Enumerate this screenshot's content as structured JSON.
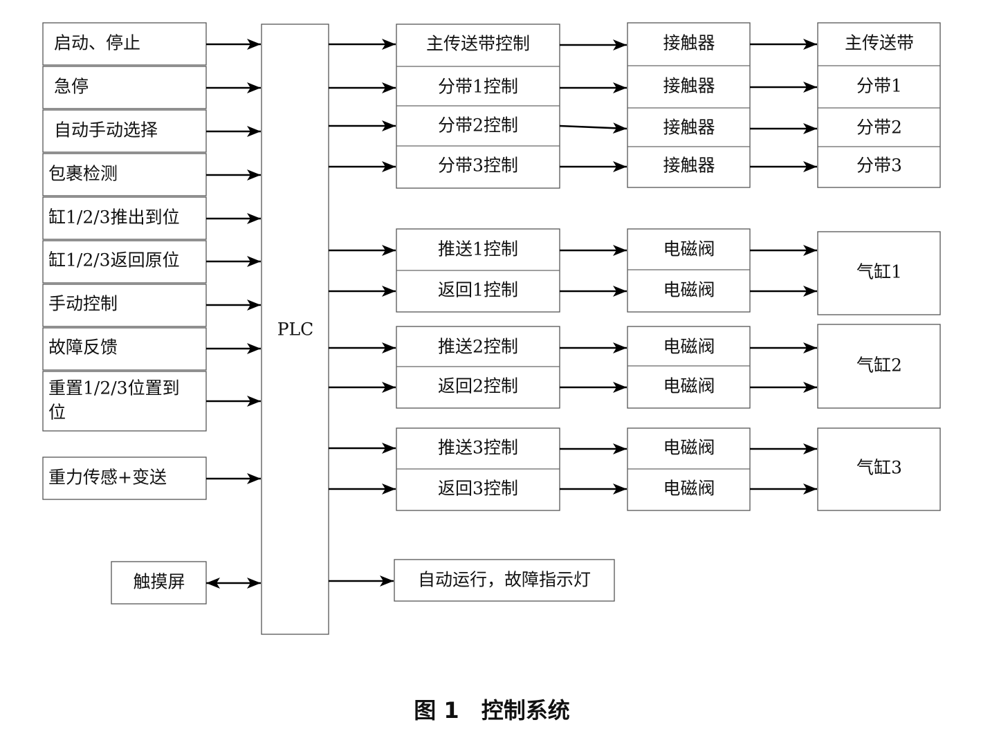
{
  "inputs": [
    "启动、停止",
    "急停",
    "自动手动选择",
    "包裹检测",
    "缸1/2/3推出到位",
    "缸1/2/3返回原位",
    "手动控制",
    "故障反馈",
    "重置1/2/3位置到",
    "位",
    "重力传感+变送",
    "触摸屏"
  ],
  "plc": "PLC",
  "controls": [
    "主传送带控制",
    "分带1控制",
    "分带2控制",
    "分带3控制",
    "推送1控制",
    "返回1控制",
    "推送2控制",
    "返回2控制",
    "推送3控制",
    "返回3控制"
  ],
  "indicator": "自动运行，故障指示灯",
  "actuators": [
    "接触器",
    "接触器",
    "接触器",
    "接触器",
    "电磁阀",
    "电磁阀",
    "电磁阀",
    "电磁阀",
    "电磁阀",
    "电磁阀"
  ],
  "outputs": [
    "主传送带",
    "分带1",
    "分带2",
    "分带3",
    "气缸1",
    "气缸2",
    "气缸3"
  ],
  "caption": "图 1　控制系统"
}
